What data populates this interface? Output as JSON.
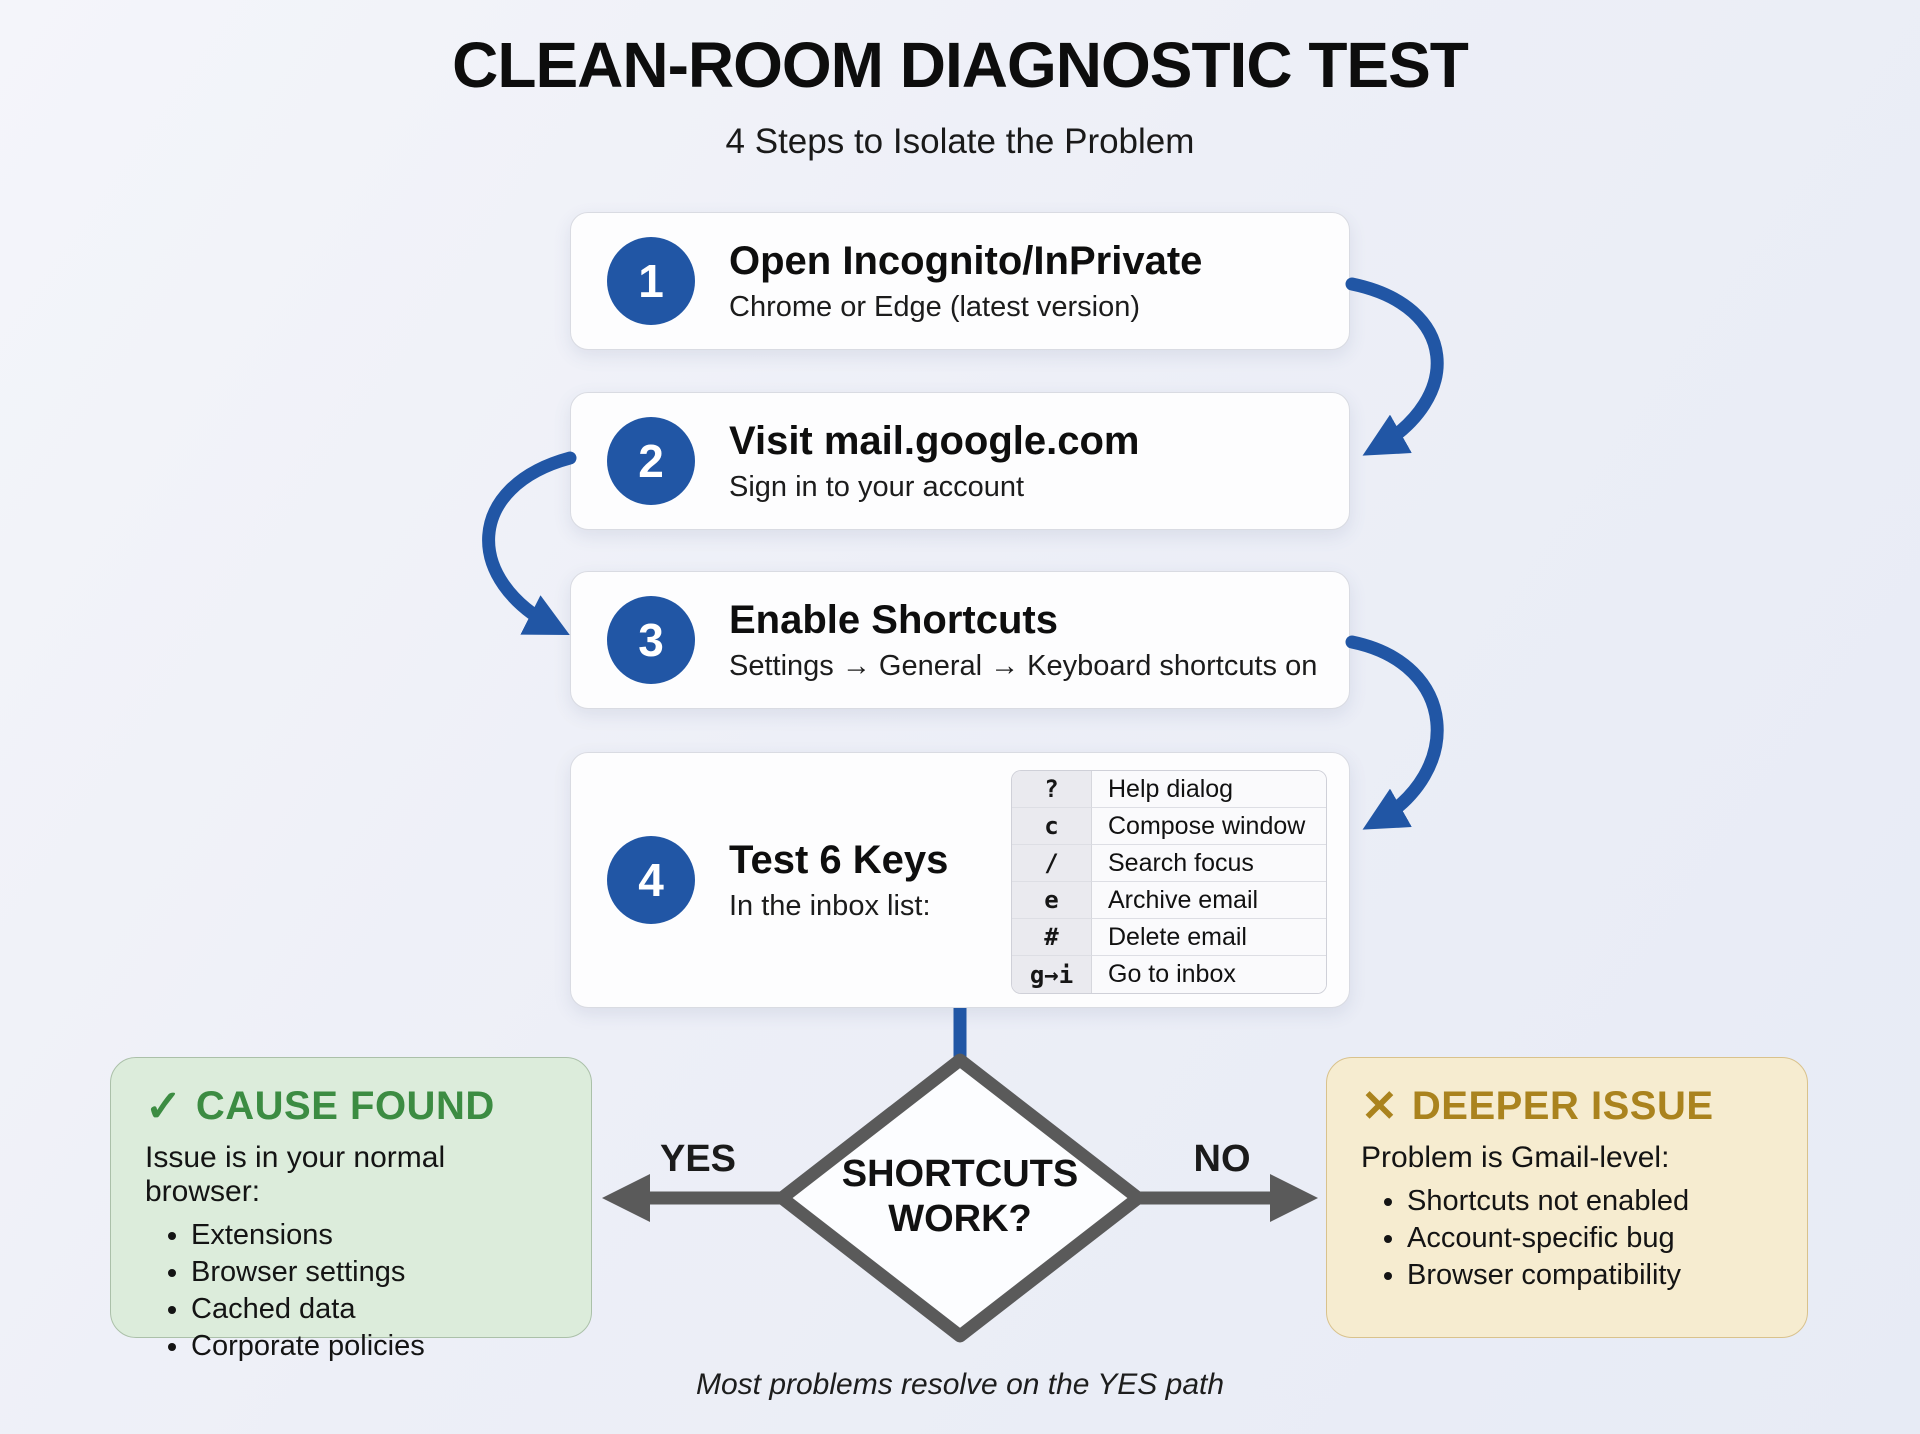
{
  "title": "CLEAN-ROOM DIAGNOSTIC TEST",
  "subtitle": "4 Steps to Isolate the Problem",
  "steps": [
    {
      "number": "1",
      "title": "Open Incognito/InPrivate",
      "subtitle": "Chrome or Edge (latest version)"
    },
    {
      "number": "2",
      "title": "Visit mail.google.com",
      "subtitle": "Sign in to your account"
    },
    {
      "number": "3",
      "title": "Enable Shortcuts",
      "subtitle": "Settings → General → Keyboard shortcuts on"
    },
    {
      "number": "4",
      "title": "Test 6 Keys",
      "subtitle": "In the inbox list:",
      "table": [
        {
          "key": "?",
          "action": "Help dialog"
        },
        {
          "key": "c",
          "action": "Compose window"
        },
        {
          "key": "/",
          "action": "Search focus"
        },
        {
          "key": "e",
          "action": "Archive email"
        },
        {
          "key": "#",
          "action": "Delete email"
        },
        {
          "key": "g→i",
          "action": "Go to inbox"
        }
      ]
    }
  ],
  "decision": {
    "line1": "SHORTCUTS",
    "line2": "WORK?",
    "yes_label": "YES",
    "no_label": "NO"
  },
  "outcomes": {
    "yes": {
      "icon": "✓",
      "title": "CAUSE FOUND",
      "intro": "Issue is in your normal browser:",
      "bullets": [
        "Extensions",
        "Browser settings",
        "Cached data",
        "Corporate policies"
      ]
    },
    "no": {
      "icon": "✕",
      "title": "DEEPER ISSUE",
      "intro": "Problem is Gmail-level:",
      "bullets": [
        "Shortcuts not enabled",
        "Account-specific bug",
        "Browser compatibility"
      ]
    }
  },
  "footer": "Most problems resolve on the YES path",
  "colors": {
    "accent_blue": "#2156a5",
    "success_green": "#3c8c42",
    "warning_gold": "#aa831e",
    "flow_gray": "#5a5a5a",
    "green_bg": "#dcecdb",
    "gold_bg": "#f6ecd0"
  }
}
